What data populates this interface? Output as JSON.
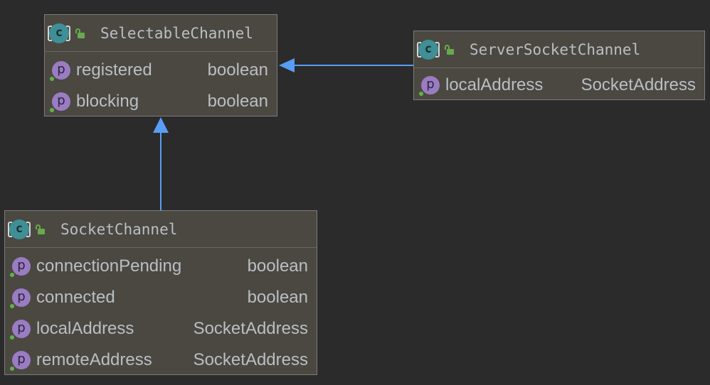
{
  "colors": {
    "background": "#2b2b2b",
    "box": "#4b4841",
    "border": "#7c7c7c",
    "arrow": "#589df6",
    "class_icon": "#3e8f96",
    "property_icon": "#9a7cc2",
    "access_green": "#6aa84f",
    "text": "#b9bfc5"
  },
  "icons": {
    "class": "class-icon",
    "visibility": "unlocked-lock-icon",
    "property": "property-icon"
  },
  "class_icon_letter": "c",
  "property_icon_letter": "p",
  "classes": {
    "selectable": {
      "name": "SelectableChannel",
      "properties": [
        {
          "name": "registered",
          "type": "boolean"
        },
        {
          "name": "blocking",
          "type": "boolean"
        }
      ]
    },
    "server": {
      "name": "ServerSocketChannel",
      "properties": [
        {
          "name": "localAddress",
          "type": "SocketAddress"
        }
      ]
    },
    "socket": {
      "name": "SocketChannel",
      "properties": [
        {
          "name": "connectionPending",
          "type": "boolean"
        },
        {
          "name": "connected",
          "type": "boolean"
        },
        {
          "name": "localAddress",
          "type": "SocketAddress"
        },
        {
          "name": "remoteAddress",
          "type": "SocketAddress"
        }
      ]
    }
  },
  "relations": [
    {
      "from": "ServerSocketChannel",
      "to": "SelectableChannel",
      "kind": "extends"
    },
    {
      "from": "SocketChannel",
      "to": "SelectableChannel",
      "kind": "extends"
    }
  ]
}
